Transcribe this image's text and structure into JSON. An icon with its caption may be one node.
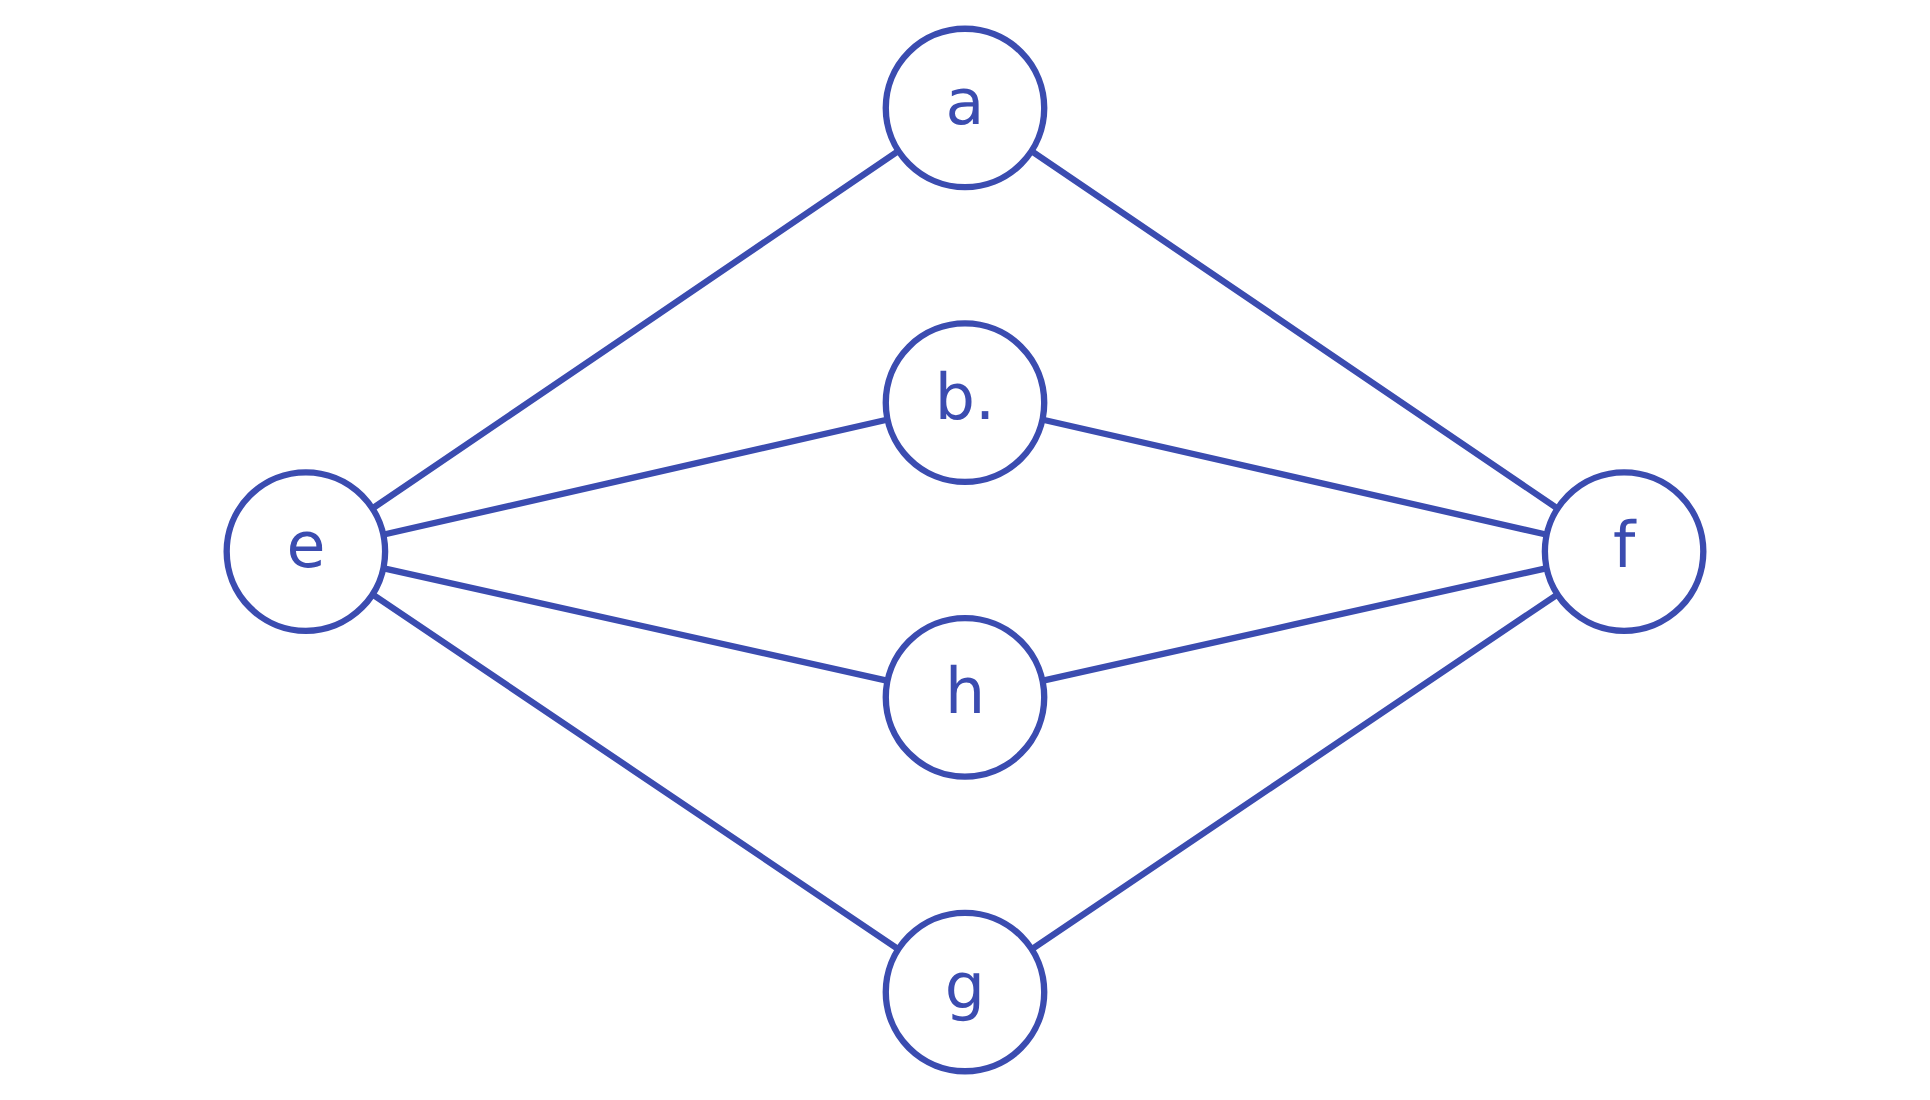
{
  "diagram": {
    "nodes": [
      {
        "text": [
          "a"
        ]
      },
      {
        "text": [
          "e"
        ]
      },
      {
        "text": [
          "f"
        ]
      },
      {
        "text": [
          "b."
        ]
      },
      {
        "text": [
          "h"
        ]
      },
      {
        "text": [
          "g"
        ]
      }
    ],
    "edges": [
      {
        "from": 1,
        "to": 0,
        "arrow": "none"
      },
      {
        "from": 1,
        "to": 3,
        "arrow": "none"
      },
      {
        "from": 1,
        "to": 4,
        "arrow": "none"
      },
      {
        "from": 1,
        "to": 5,
        "arrow": "none"
      },
      {
        "from": 0,
        "to": 2,
        "arrow": "none"
      },
      {
        "from": 3,
        "to": 2,
        "arrow": "none"
      },
      {
        "from": 4,
        "to": 2,
        "arrow": "none"
      },
      {
        "from": 5,
        "to": 2,
        "arrow": "none"
      }
    ]
  }
}
